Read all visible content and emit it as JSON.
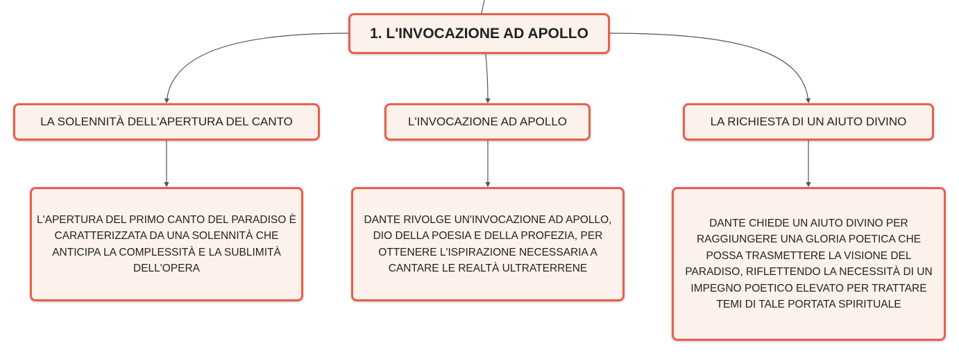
{
  "diagram": {
    "root": {
      "label": "1. L'INVOCAZIONE AD APOLLO"
    },
    "branches": [
      {
        "topic": "LA SOLENNITÀ DELL'APERTURA DEL CANTO",
        "detail": "L'APERTURA DEL PRIMO CANTO DEL PARADISO È CARATTERIZZATA DA UNA SOLENNITÀ CHE ANTICIPA LA COMPLESSITÀ E LA SUBLIMITÀ DELL'OPERA"
      },
      {
        "topic": "L'INVOCAZIONE AD APOLLO",
        "detail": "DANTE RIVOLGE UN'INVOCAZIONE AD APOLLO, DIO DELLA POESIA E DELLA PROFEZIA, PER OTTENERE L'ISPIRAZIONE NECESSARIA A CANTARE LE REALTÀ ULTRATERRENE"
      },
      {
        "topic": "LA RICHIESTA DI UN AIUTO DIVINO",
        "detail": "DANTE CHIEDE UN AIUTO DIVINO PER RAGGIUNGERE UNA GLORIA POETICA CHE POSSA TRASMETTERE LA VISIONE DEL PARADISO, RIFLETTENDO LA NECESSITÀ DI UN IMPEGNO POETICO ELEVATO PER TRATTARE TEMI DI TALE PORTATA SPIRITUALE"
      }
    ]
  },
  "colors": {
    "node_border": "#e8604a",
    "node_fill": "#fdf1ec",
    "connector": "#555555",
    "text": "#222222"
  }
}
